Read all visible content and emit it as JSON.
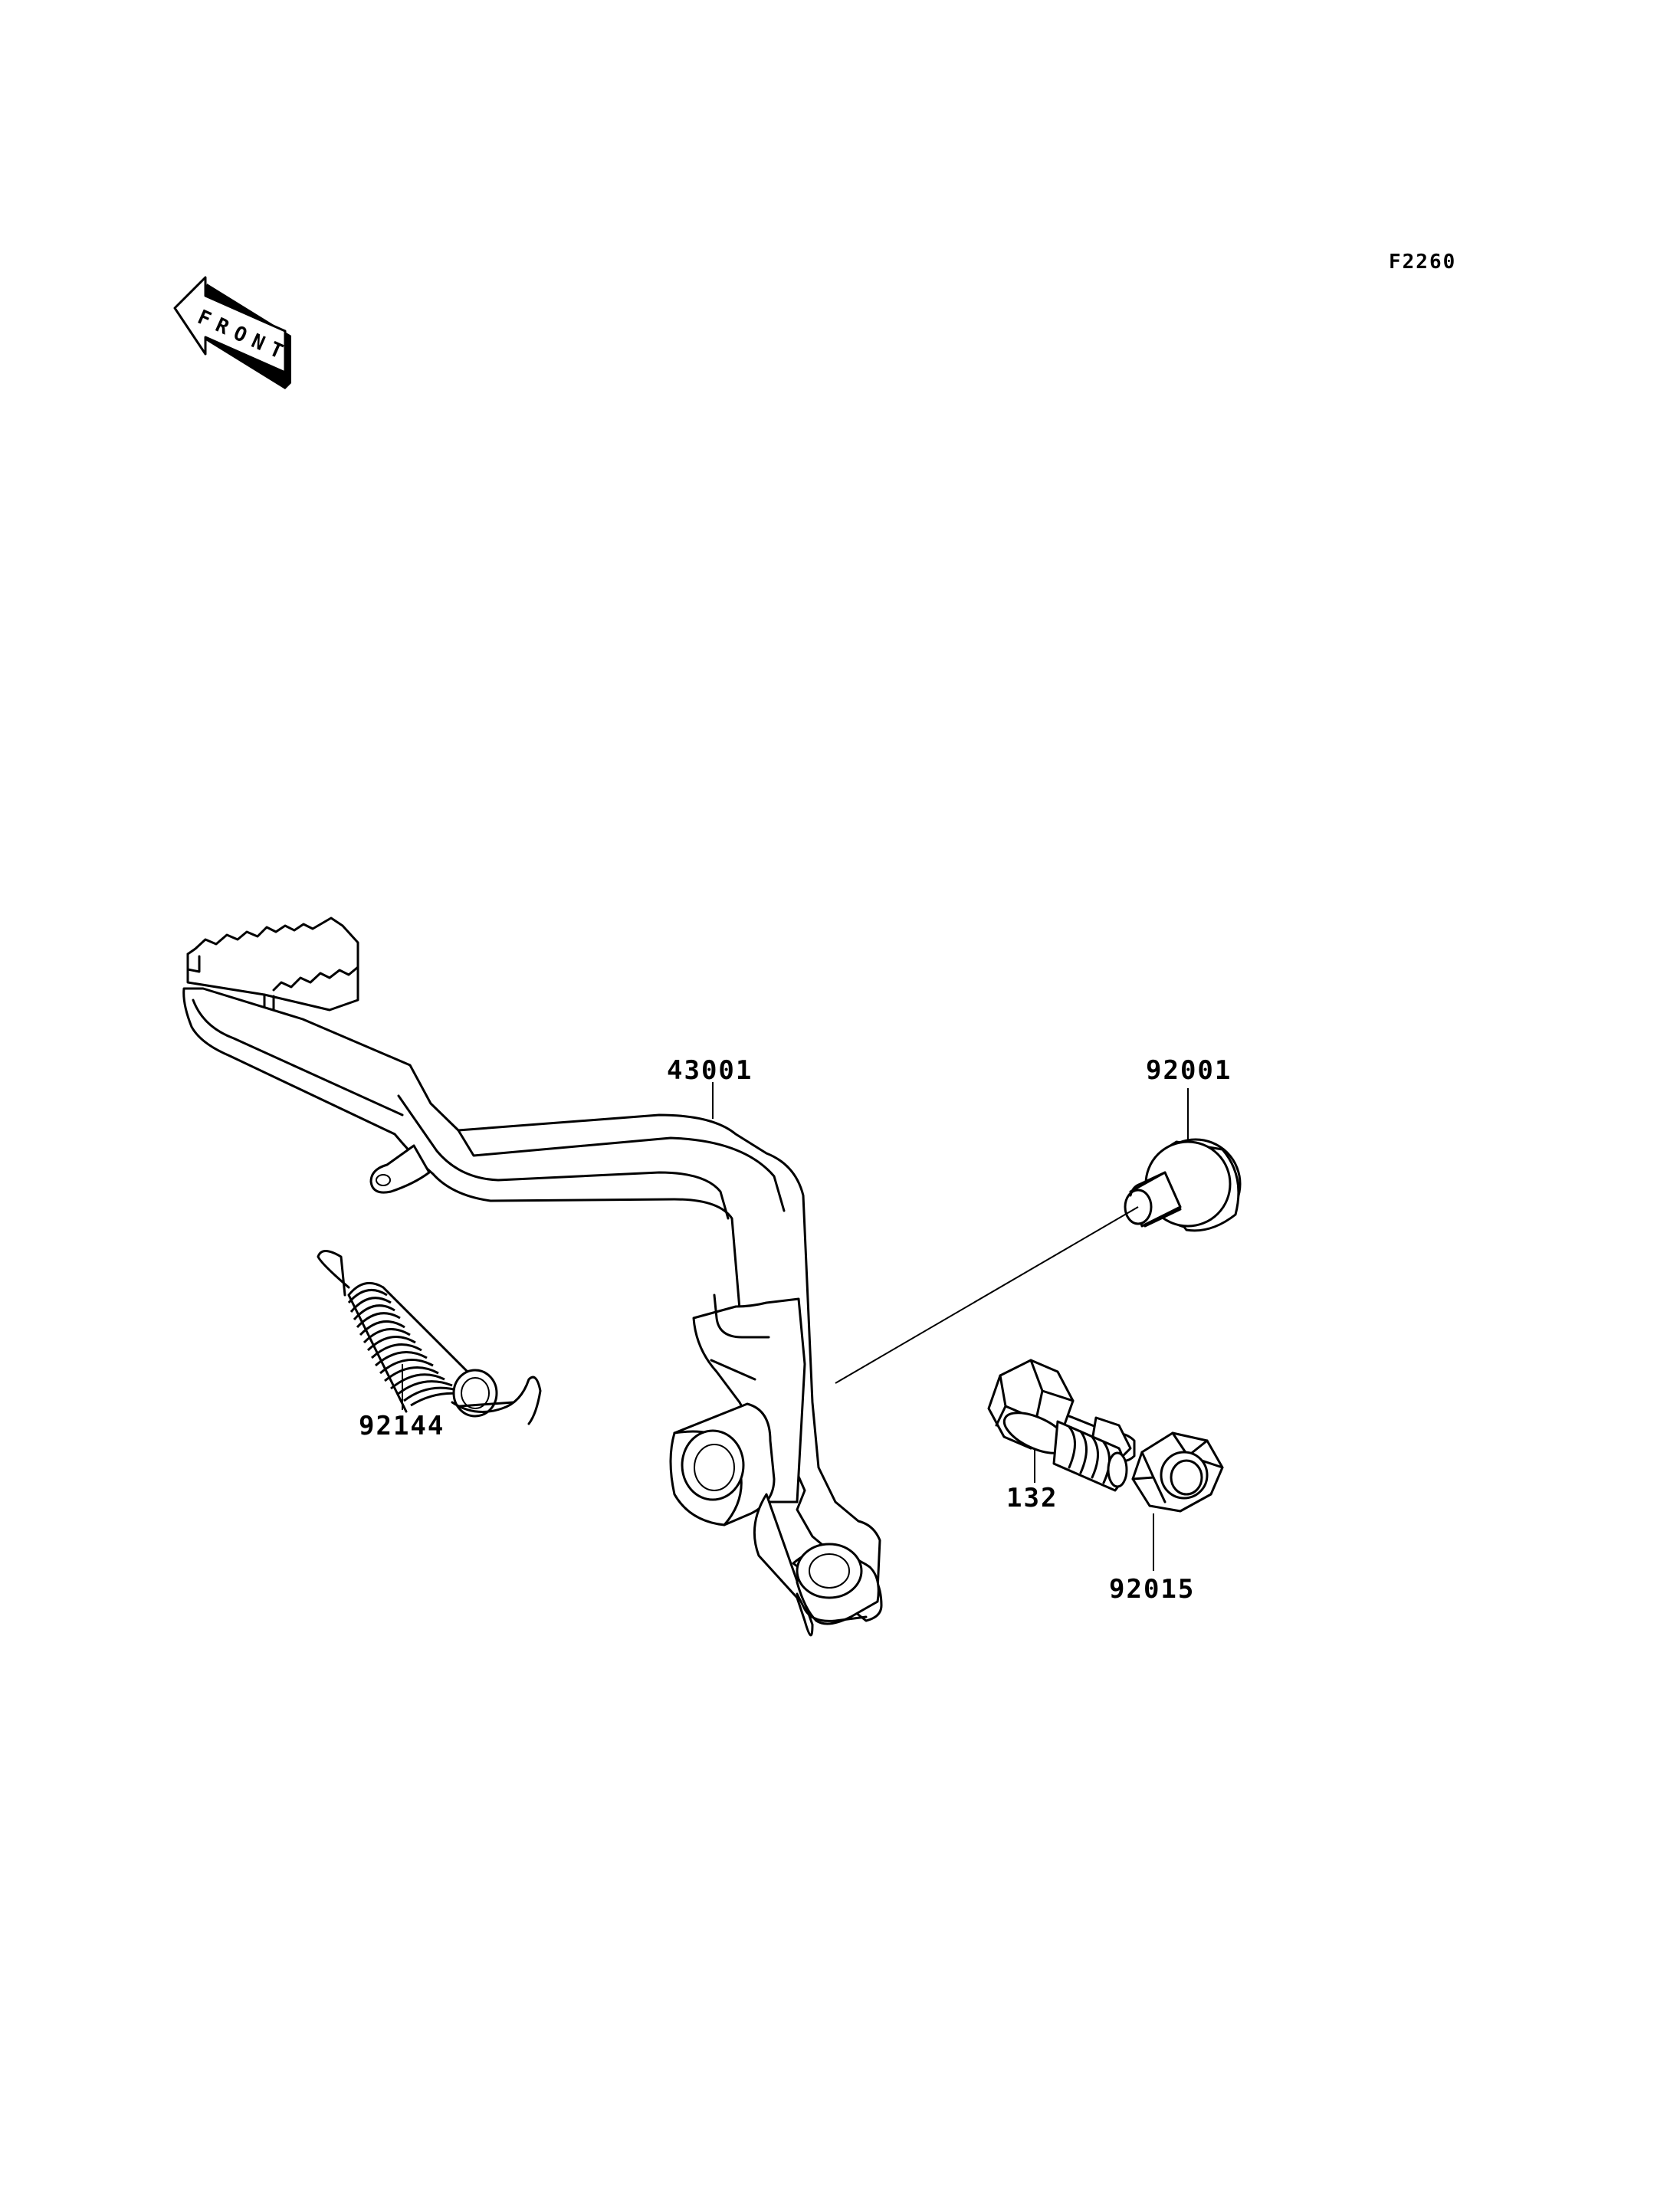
{
  "figure_code": "F2260",
  "front_indicator": {
    "text": "FRONT",
    "icon": "front-arrow-icon"
  },
  "parts": [
    {
      "id": "brake-pedal",
      "number": "43001"
    },
    {
      "id": "pivot-shaft",
      "number": "92001"
    },
    {
      "id": "return-spring",
      "number": "92144"
    },
    {
      "id": "flange-bolt",
      "number": "132"
    },
    {
      "id": "hex-nut",
      "number": "92015"
    }
  ]
}
